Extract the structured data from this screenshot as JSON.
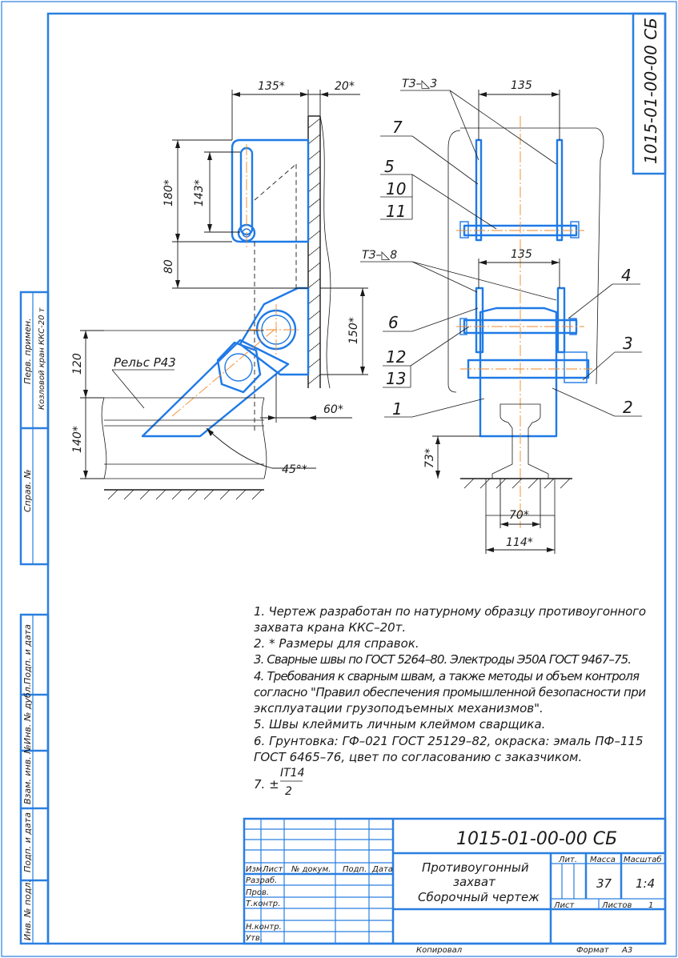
{
  "drawing": {
    "code": "1015-01-00-00 СБ",
    "rail_label": "Рельс Р43",
    "weld_label_top": "ТЗ–◺3",
    "weld_label_bottom": "ТЗ–◺8"
  },
  "dimensions": {
    "d135_top_left": "135*",
    "d20": "20*",
    "d180": "180*",
    "d143": "143*",
    "d80": "80",
    "d150": "150*",
    "d120": "120",
    "d140": "140*",
    "d60": "60*",
    "d45": "45°*",
    "d135_right_top": "135",
    "d135_right_mid": "135",
    "d73": "73*",
    "d70": "70*",
    "d114": "114*"
  },
  "callouts": [
    "1",
    "2",
    "3",
    "4",
    "5",
    "6",
    "7",
    "10",
    "11",
    "12",
    "13"
  ],
  "notes": [
    "1. Чертеж разработан по натурному образцу противоугонного",
    "захвата крана ККС–20т.",
    "2.  * Размеры для справок.",
    "3. Сварные швы по ГОСТ 5264–80. Электроды Э50А ГОСТ 9467–75.",
    "4. Требования к сварным швам, а также методы и объем контроля",
    "согласно \"Правил обеспечения промышленной безопасности при",
    "эксплуатации грузоподъемных механизмов\".",
    "5. Швы клеймить личным клеймом сварщика.",
    "6. Грунтовка: ГФ–021 ГОСТ 25129–82, окраска: эмаль ПФ–115",
    "ГОСТ 6465–76, цвет по согласованию с заказчиком."
  ],
  "note7": {
    "prefix": "7. ±",
    "numerator": "IT14",
    "denominator": "2"
  },
  "left_strip": {
    "perv_primen": "Перв. примен.",
    "kozlovoy": "Козловой кран ККС-20 т",
    "sprav_no": "Справ. №",
    "podp_data_1": "Подп. и дата",
    "inv_dubl": "Инв. № дубл.",
    "vzam_inv": "Взам. инв. №",
    "podp_data_2": "Подп. и дата",
    "inv_podl": "Инв. № подл."
  },
  "title_block": {
    "code": "1015-01-00-00 СБ",
    "name_line1": "Противоугонный",
    "name_line2": "захват",
    "name_line3": "Сборочный чертеж",
    "col_izm": "Изм.",
    "col_list": "Лист",
    "col_doc": "№ докум.",
    "col_podp": "Подп.",
    "col_data": "Дата",
    "razrab": "Разраб.",
    "prov": "Пров.",
    "tkontr": "Т.контр.",
    "nkontr": "Н.контр.",
    "utv": "Утв.",
    "lit": "Лит.",
    "massa": "Масса",
    "masshtab": "Масштаб",
    "mass_value": "37",
    "scale_value": "1:4",
    "list_label": "Лист",
    "listov_label": "Листов",
    "listov_value": "1",
    "kopiroval": "Копировал",
    "format_label": "Формат",
    "format_value": "А3"
  }
}
